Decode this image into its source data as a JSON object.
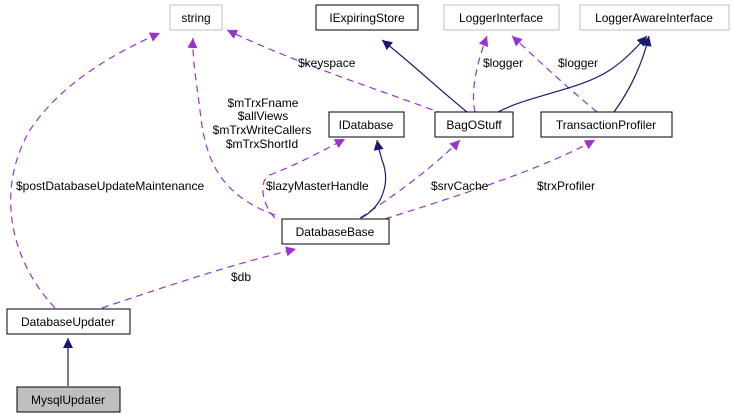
{
  "diagram": {
    "type": "collaboration-graph",
    "colors": {
      "inheritance_edge": "#191970",
      "usage_edge": "#9a32cd",
      "external_node_border": "#bfbfbf",
      "node_border": "#000000",
      "highlight_node_fill": "#bfbfbf"
    },
    "nodes": {
      "string": {
        "label": "string",
        "external": true
      },
      "iexpiringstore": {
        "label": "IExpiringStore"
      },
      "loggerinterface": {
        "label": "LoggerInterface",
        "external": true
      },
      "loggerawareinterface": {
        "label": "LoggerAwareInterface",
        "external": true
      },
      "idatabase": {
        "label": "IDatabase"
      },
      "bagostuff": {
        "label": "BagOStuff"
      },
      "transactionprofiler": {
        "label": "TransactionProfiler"
      },
      "databasebase": {
        "label": "DatabaseBase"
      },
      "databaseupdater": {
        "label": "DatabaseUpdater"
      },
      "mysqlupdater": {
        "label": "MysqlUpdater",
        "highlighted": true
      }
    },
    "edge_labels": {
      "keyspace": "$keyspace",
      "bag_logger": "$logger",
      "tp_logger": "$logger",
      "db_string_1": "$mTrxFname",
      "db_string_2": "$allViews",
      "db_string_3": "$mTrxWriteCallers",
      "db_string_4": "$mTrxShortId",
      "post_update": "$postDatabaseUpdateMaintenance",
      "lazy_master": "$lazyMasterHandle",
      "srv_cache": "$srvCache",
      "trx_profiler": "$trxProfiler",
      "db": "$db"
    },
    "edges": [
      {
        "from": "BagOStuff",
        "to": "IExpiringStore",
        "kind": "inheritance"
      },
      {
        "from": "BagOStuff",
        "to": "LoggerAwareInterface",
        "kind": "inheritance"
      },
      {
        "from": "TransactionProfiler",
        "to": "LoggerAwareInterface",
        "kind": "inheritance"
      },
      {
        "from": "DatabaseBase",
        "to": "IDatabase",
        "kind": "inheritance"
      },
      {
        "from": "MysqlUpdater",
        "to": "DatabaseUpdater",
        "kind": "inheritance"
      },
      {
        "from": "BagOStuff",
        "to": "string",
        "kind": "usage",
        "label": "$keyspace"
      },
      {
        "from": "BagOStuff",
        "to": "LoggerInterface",
        "kind": "usage",
        "label": "$logger"
      },
      {
        "from": "TransactionProfiler",
        "to": "LoggerInterface",
        "kind": "usage",
        "label": "$logger"
      },
      {
        "from": "DatabaseBase",
        "to": "string",
        "kind": "usage",
        "label": "$mTrxFname $allViews $mTrxWriteCallers $mTrxShortId"
      },
      {
        "from": "DatabaseUpdater",
        "to": "string",
        "kind": "usage",
        "label": "$postDatabaseUpdateMaintenance"
      },
      {
        "from": "DatabaseBase",
        "to": "IDatabase",
        "kind": "usage",
        "label": "$lazyMasterHandle"
      },
      {
        "from": "DatabaseBase",
        "to": "BagOStuff",
        "kind": "usage",
        "label": "$srvCache"
      },
      {
        "from": "DatabaseBase",
        "to": "TransactionProfiler",
        "kind": "usage",
        "label": "$trxProfiler"
      },
      {
        "from": "DatabaseUpdater",
        "to": "DatabaseBase",
        "kind": "usage",
        "label": "$db"
      }
    ]
  }
}
